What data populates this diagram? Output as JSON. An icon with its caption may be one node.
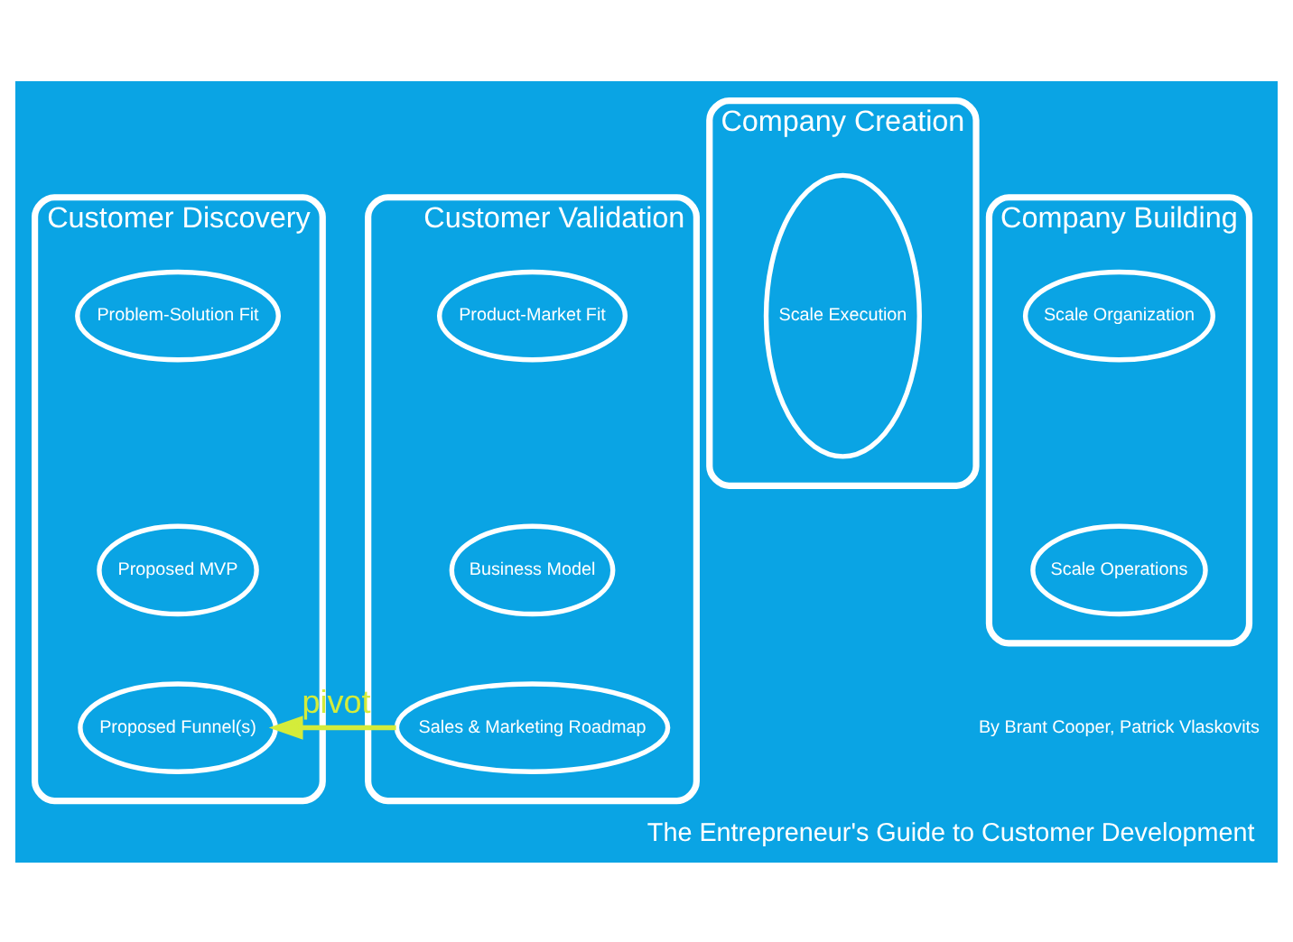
{
  "diagram": {
    "caption": "The Entrepreneur's Guide to Customer Development",
    "nodes": [
      {
        "text": [
          "Customer Discovery"
        ]
      },
      {
        "text": [
          "Problem-Solution Fit"
        ],
        "in": 0
      },
      {
        "text": [
          "Proposed MVP"
        ],
        "in": 0
      },
      {
        "text": [
          "Proposed Funnel(s)"
        ],
        "in": 0
      },
      {
        "text": [
          "Customer Validation"
        ]
      },
      {
        "text": [
          "Product-Market Fit"
        ],
        "in": 4
      },
      {
        "text": [
          "Business Model"
        ],
        "in": 4
      },
      {
        "text": [
          "Sales & Marketing Roadmap"
        ],
        "in": 4
      },
      {
        "text": [
          "Company Creation"
        ]
      },
      {
        "text": [
          "Scale Execution"
        ],
        "in": 8
      },
      {
        "text": [
          "Company Building"
        ]
      },
      {
        "text": [
          "Scale Organization"
        ],
        "in": 10
      },
      {
        "text": [
          "Scale Operations"
        ],
        "in": 10
      }
    ],
    "edges": [
      {
        "from": 7,
        "to": 3,
        "arrow": "to",
        "label": "pivot",
        "color": "#d4ec3a"
      }
    ],
    "labels": [
      "By Brant Cooper, Patrick Vlaskovits"
    ]
  }
}
